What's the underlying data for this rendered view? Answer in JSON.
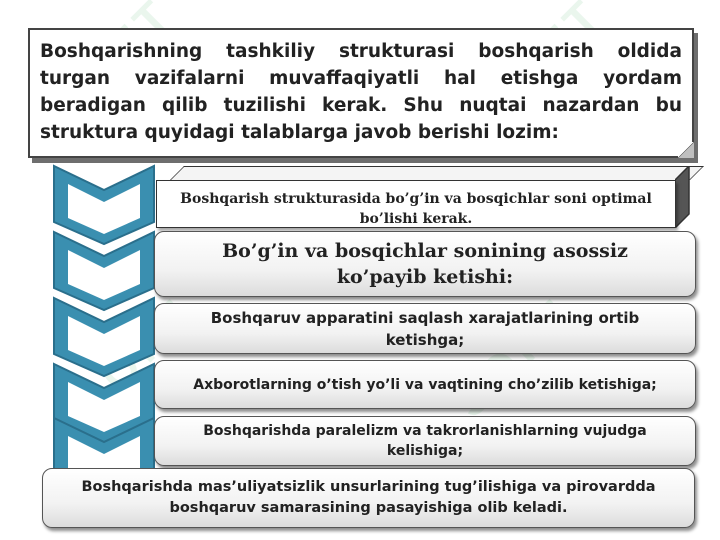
{
  "intro_text": "Boshqarishning tashkiliy strukturasi boshqarish oldida turgan vazifalarni muvaffaqiyatli hal etishga yordam beradigan qilib tuzilishi kerak. Shu nuqtai nazardan bu struktura quyidagi talablarga javob berishi lozim:",
  "requirement": "Boshqarish strukturasida bo’g’in va bosqichlar soni optimal bo’lishi kerak.",
  "consequences_heading": "Bo’g’in va bosqichlar sonining asossiz ko’payib ketishi:",
  "consequences": [
    "Boshqaruv apparatini saqlash xarajatlarining ortib ketishga;",
    "Axborotlarning o’tish yo’li va vaqtining cho’zilib ketishiga;",
    "Boshqarishda paralelizm va takrorlanishlarning vujudga kelishiga;"
  ],
  "conclusion": "Boshqarishda mas’uliyatsizlik unsurlarining tug’ilishiga va pirovardda boshqaruv samarasining pasayishiga olib keladi.",
  "colors": {
    "chevron_fill": "#3a8fb0",
    "chevron_edge": "#2a6f8c",
    "border": "#444444"
  }
}
